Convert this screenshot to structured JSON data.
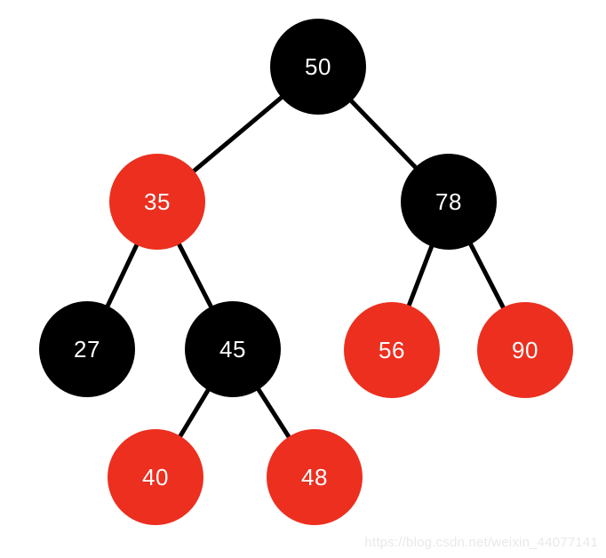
{
  "diagram": {
    "type": "red-black-tree",
    "colors": {
      "red": "#EC2F1F",
      "black": "#000000",
      "edge": "#000000",
      "node_text": "#FFFFFF",
      "watermark_text": "#E9E9E9"
    },
    "nodes": [
      {
        "value": "50",
        "color": "black"
      },
      {
        "value": "35",
        "color": "red"
      },
      {
        "value": "78",
        "color": "black"
      },
      {
        "value": "27",
        "color": "black"
      },
      {
        "value": "45",
        "color": "black"
      },
      {
        "value": "56",
        "color": "red"
      },
      {
        "value": "90",
        "color": "red"
      },
      {
        "value": "40",
        "color": "red"
      },
      {
        "value": "48",
        "color": "red"
      }
    ],
    "edges": [
      {
        "from": "50",
        "to": "35"
      },
      {
        "from": "50",
        "to": "78"
      },
      {
        "from": "35",
        "to": "27"
      },
      {
        "from": "35",
        "to": "45"
      },
      {
        "from": "78",
        "to": "56"
      },
      {
        "from": "78",
        "to": "90"
      },
      {
        "from": "45",
        "to": "40"
      },
      {
        "from": "45",
        "to": "48"
      }
    ]
  },
  "watermark": {
    "text": "https://blog.csdn.net/weixin_44077141"
  }
}
